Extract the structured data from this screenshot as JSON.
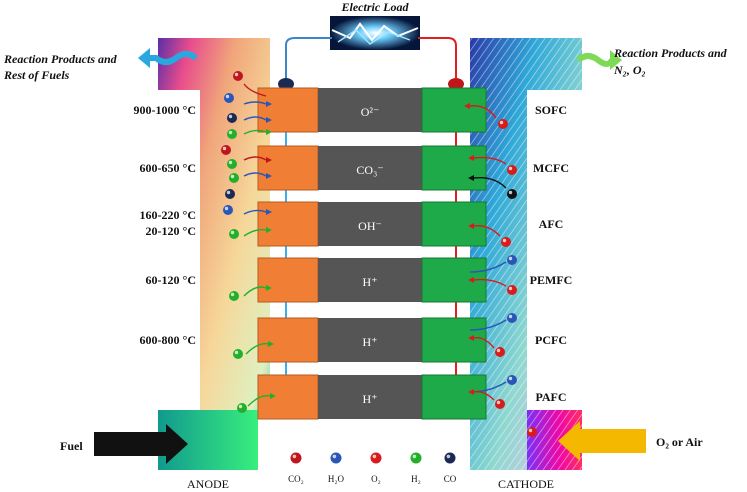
{
  "title": "Electric Load",
  "left_output_label": {
    "line1": "Reaction Products and",
    "line2": "Rest of Fuels"
  },
  "right_output_label": {
    "line1": "Reaction Products and",
    "line2": "N₂, O₂"
  },
  "inputs": {
    "fuel": "Fuel",
    "oxidant": "O₂ or Air"
  },
  "electrodes": {
    "anode": "ANODE",
    "cathode": "CATHODE"
  },
  "cells": [
    {
      "type": "SOFC",
      "temperature": "900-1000 °C",
      "ion": "O²⁻"
    },
    {
      "type": "MCFC",
      "temperature": "600-650 °C",
      "ion": "CO₃⁻"
    },
    {
      "type": "AFC",
      "temperature": "160-220 °C",
      "temperature2": "20-120 °C",
      "ion": "OH⁻"
    },
    {
      "type": "PEMFC",
      "temperature": "60-120 °C",
      "ion": "H⁺"
    },
    {
      "type": "PCFC",
      "temperature": "600-800 °C",
      "ion": "H⁺"
    },
    {
      "type": "PAFC",
      "temperature": "",
      "ion": "H⁺"
    }
  ],
  "legend": [
    {
      "label": "CO₂",
      "color": "#c0161b"
    },
    {
      "label": "H₂O",
      "color": "#2a56b8"
    },
    {
      "label": "O₂",
      "color": "#d81b1b"
    },
    {
      "label": "H₂",
      "color": "#22b02a"
    },
    {
      "label": "CO",
      "color": "#1b2a55"
    }
  ],
  "colors": {
    "anode": "#f07f35",
    "electrolyte": "#555555",
    "cathode": "#1faa4a",
    "wire_negative": "#3a86c8",
    "wire_positive": "#e02020"
  }
}
